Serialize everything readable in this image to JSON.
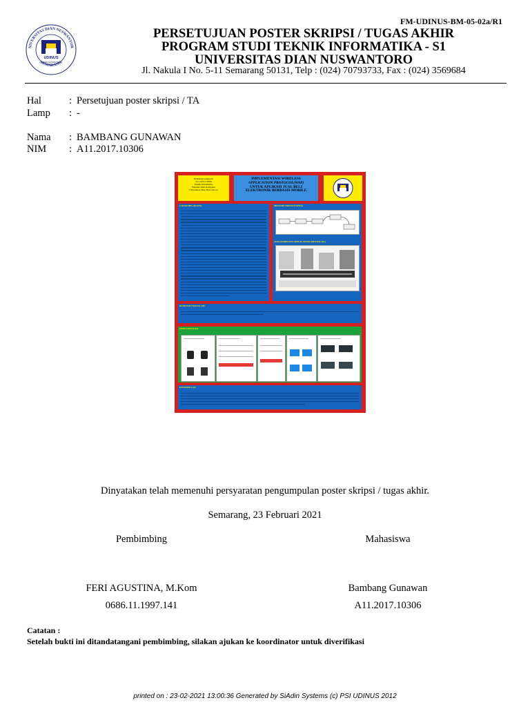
{
  "form_code": "FM-UDINUS-BM-05-02a/R1",
  "header": {
    "line1": "PERSETUJUAN POSTER SKRIPSI / TUGAS AKHIR",
    "line2": "PROGRAM STUDI TEKNIK INFORMATIKA - S1",
    "line3": "UNIVERSITAS DIAN NUSWANTORO",
    "address": "Jl. Nakula I No. 5-11 Semarang 50131, Telp : (024) 70793733, Fax : (024) 3569684"
  },
  "logo": {
    "icon": "udinus-logo-icon",
    "ring_text": "UNIVERSITAS DIAN NUSWANTORO",
    "bottom_text": "SEMARANG",
    "center_text": "UDINUS",
    "motto": "PSI DIAN NUSWANTORO"
  },
  "fields": {
    "hal": {
      "label": "Hal",
      "colon": ":",
      "value": "Persetujuan poster skripsi / TA"
    },
    "lamp": {
      "label": "Lamp",
      "colon": ":",
      "value": "-"
    },
    "nama": {
      "label": "Nama",
      "colon": ":",
      "value": "BAMBANG GUNAWAN"
    },
    "nim": {
      "label": "NIM",
      "colon": ":",
      "value": "A11.2017.10306"
    }
  },
  "poster": {
    "author_box": [
      "Bambang Gunawan",
      "A11.2017.10306",
      "Teknik Informatika",
      "Fakultas Ilmu Komputer",
      "Universitas Dian Nuswantoro"
    ],
    "title_lines": [
      "IMPLEMENTASI WIRELESS",
      "APPLICATION PROTOCOL(WAP)",
      "UNTUK APLIKASI JUAL BELI",
      "ELEKTRONIK BERBASIS MOBILE"
    ],
    "sec_latar": "LATAR BELAKANG",
    "sec_metode": "METODE PROTOTYPING",
    "sec_wap": "WAP (WIRELESS APPLICATION PROTOCOL)",
    "sec_rumusan": "RUMUSAN MASALAH",
    "sec_impl": "IMPLEMENTASI",
    "sec_kesimpulan": "KESIMPULAN",
    "colors": {
      "red": "#d61f1f",
      "blue": "#1565c0",
      "yellow": "#ffeb00",
      "green": "#19a33a"
    }
  },
  "statement": "Dinyatakan telah memenuhi persyaratan pengumpulan poster skripsi / tugas akhir.",
  "place_date": "Semarang, 23 Februari 2021",
  "signatures": {
    "left": {
      "role": "Pembimbing",
      "name": "FERI AGUSTINA, M.Kom",
      "id": "0686.11.1997.141"
    },
    "right": {
      "role": "Mahasiswa",
      "name": "Bambang Gunawan",
      "id": "A11.2017.10306"
    }
  },
  "note": {
    "title": "Catatan :",
    "text": "Setelah bukti ini ditandatangani pembimbing, silakan ajukan ke koordinator untuk diverifikasi"
  },
  "footer": "printed on : 23-02-2021 13:00:36 Generated by SiAdin Systems (c) PSI UDINUS 2012"
}
